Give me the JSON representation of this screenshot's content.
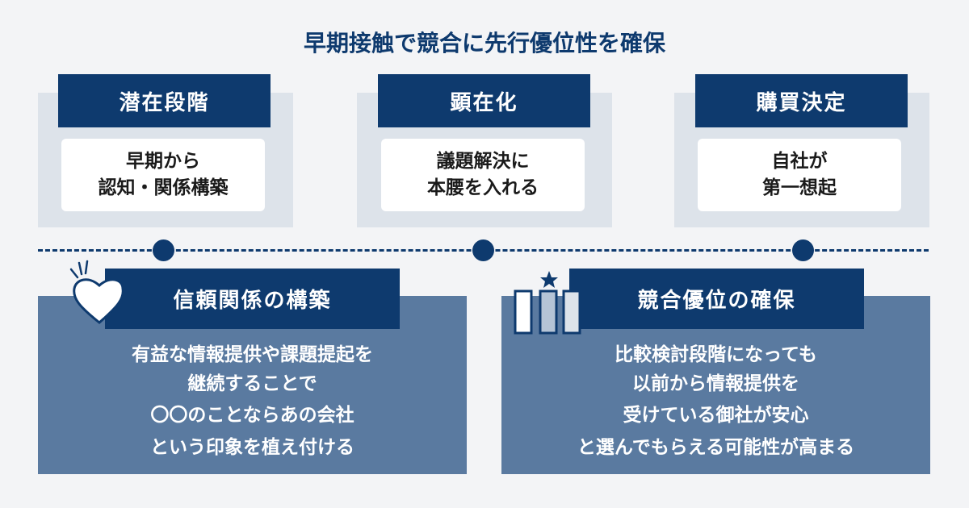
{
  "title": "早期接触で競合に先行優位性を確保",
  "stages": [
    {
      "label": "潜在段階",
      "lines": [
        "早期から",
        "認知・関係構築"
      ]
    },
    {
      "label": "顕在化",
      "lines": [
        "議題解決に",
        "本腰を入れる"
      ]
    },
    {
      "label": "購買決定",
      "lines": [
        "自社が",
        "第一想起"
      ]
    }
  ],
  "benefits": [
    {
      "label": "信頼関係の構築",
      "icon": "heart-icon",
      "lines": [
        "有益な情報提供や課題提起を",
        "継続することで",
        "〇〇のことならあの会社",
        "という印象を植え付ける"
      ]
    },
    {
      "label": "競合優位の確保",
      "icon": "ranking-bars-icon",
      "lines": [
        "比較検討段階になっても",
        "以前から情報提供を",
        "受けている御社が安心",
        "と選んでもらえる可能性が高まる"
      ]
    }
  ]
}
